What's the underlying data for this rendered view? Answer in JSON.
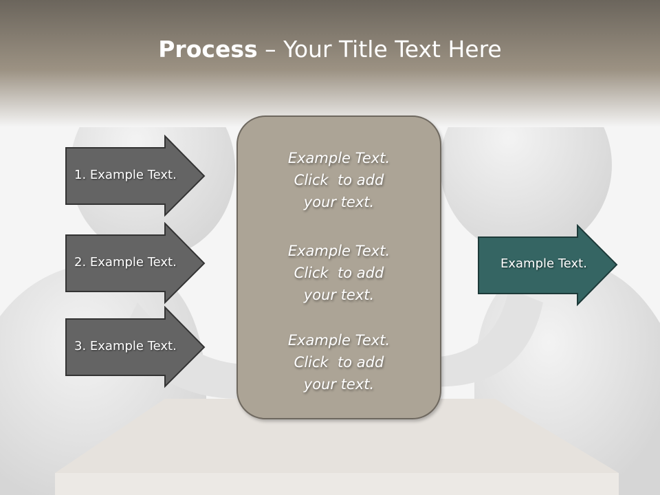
{
  "title": {
    "bold": "Process",
    "rest": " – Your Title Text Here"
  },
  "left_arrows": [
    "1. Example Text.",
    "2. Example Text.",
    "3. Example Text."
  ],
  "center_blocks": [
    {
      "line1": "Example Text.",
      "line2": "Click  to add",
      "line3": "your text."
    },
    {
      "line1": "Example Text.",
      "line2": "Click  to add",
      "line3": "your text."
    },
    {
      "line1": "Example Text.",
      "line2": "Click  to add",
      "line3": "your text."
    }
  ],
  "right_arrow": "Example Text.",
  "colors": {
    "header": "#6b655c",
    "left_arrow": "#646464",
    "center_box": "#aca496",
    "right_arrow": "#356563"
  }
}
